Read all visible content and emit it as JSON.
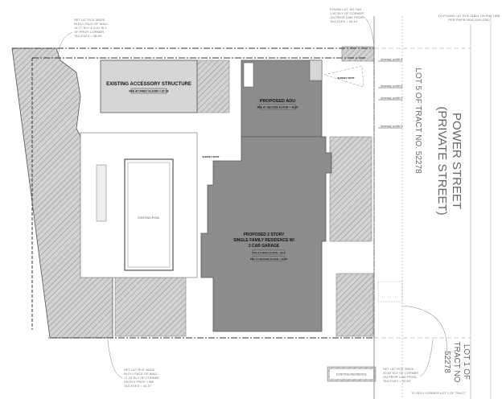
{
  "notes": {
    "top_left": [
      "SET L&T RCE 30826",
      "IN ELY FACE OF WALL",
      "15.77' ELY & 4.00' SLY",
      "OF PROP. CORNER",
      "TAG ELEV = 38.48'"
    ],
    "top_middle": [
      "FOUND L&T, NO TAG",
      "1.50' ELY OF CORNER",
      "ON PROP. LINE PROD.",
      "TAG ELEV = 34.44'"
    ],
    "top_right": [
      "TO FOUND L&T RCE 31604 ON R/W LINE",
      "PER PWFB 0616-2249,2250"
    ],
    "bottom_left": [
      "SET L&T RCE 30826",
      "IN ELY FACE OF WALL",
      "17.20' ELY OF CORNER",
      "ON ELY PROP. LINE",
      "TAG ELEV = 44.37'"
    ],
    "bottom_right": [
      "SET L&T RCE 30826",
      "20.50' ELY OF CORNER",
      "ON PROP. LINE PROD.",
      "TAG ELEV = 32.80'"
    ],
    "bottom_far_right": "TO SELY CORNER LOT 1 OF TRACT"
  },
  "structures": {
    "accessory": {
      "title": "EXISTING ACCESSORY STRUCTURE",
      "ffe": "FFE AT FIRST FLOOR = 37.76"
    },
    "adu": {
      "title": "PROPOSED ADU",
      "ffe": "FFE AT SECOND FLOOR = 46.00"
    },
    "residence": {
      "title_lines": [
        "PROPOSED 2 STORY",
        "SINGLE FAMILY RESIDENCE W/",
        "2 CAR GARAGE"
      ],
      "ffe_first": "FFE AT FIRST FLOOR = 35.5",
      "ffe_second": "FFE AT SECOND FLOOR = 46.00"
    },
    "pool": "EXISTING POOL",
    "existing_residence": "EXISTING RESIDENCE",
    "survey_spot": "SURVEY SPOT"
  },
  "driveway_profiles": [
    "driveway profile A",
    "driveway profile B",
    "driveway profile C",
    "driveway profile D"
  ],
  "labels": {
    "street_name": "POWER STREET",
    "street_type": "(PRIVATE STREET)",
    "lot5": "LOT 5 OF TRACT NO. 52278",
    "lot1_line1": "LOT 1 OF",
    "lot1_line2": "TRACT NO",
    "lot1_line3": "52278"
  },
  "colors": {
    "building_dark": "#8c8c8c",
    "building_light": "#d6d6d6",
    "hatch": "#9a9a9a",
    "line": "#444444"
  }
}
